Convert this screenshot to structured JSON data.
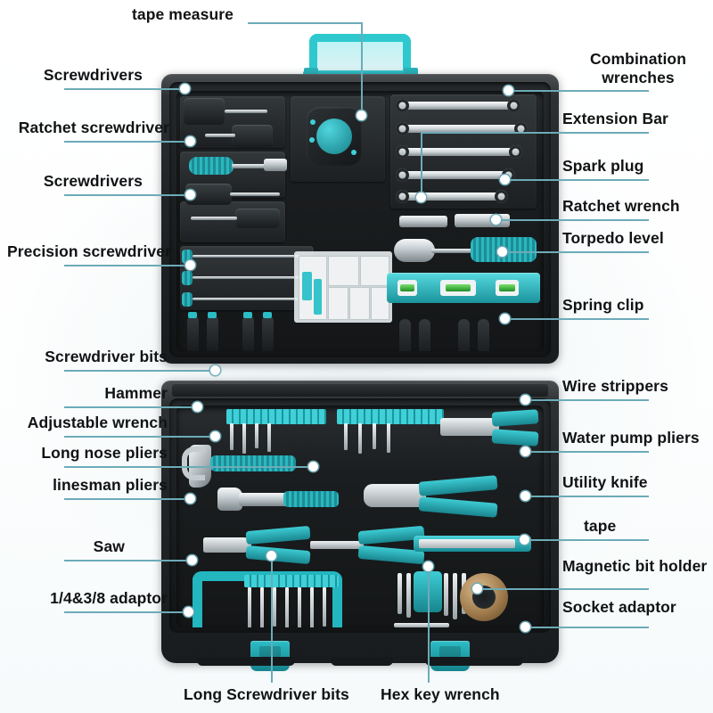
{
  "page": {
    "kind": "annotated-product-photo",
    "subject": "tool-set-case",
    "accent_color": "#2fc8cf",
    "lead_line_color": "#6cabb8",
    "label_color": "#111214",
    "background_color": "#ffffff"
  },
  "labels_left": [
    {
      "id": "tape-measure",
      "text": "tape measure"
    },
    {
      "id": "screwdrivers-1",
      "text": "Screwdrivers"
    },
    {
      "id": "ratchet-screwdriver",
      "text": "Ratchet screwdriver"
    },
    {
      "id": "screwdrivers-2",
      "text": "Screwdrivers"
    },
    {
      "id": "precision-screwdriver",
      "text": "Precision screwdriver"
    },
    {
      "id": "screwdriver-bits",
      "text": "Screwdriver bits"
    },
    {
      "id": "hammer",
      "text": "Hammer"
    },
    {
      "id": "adjustable-wrench",
      "text": "Adjustable wrench"
    },
    {
      "id": "long-nose-pliers",
      "text": "Long nose pliers"
    },
    {
      "id": "linesman-pliers",
      "text": "linesman pliers"
    },
    {
      "id": "saw",
      "text": "Saw"
    },
    {
      "id": "adaptor-14-38",
      "text": "1/4&3/8 adaptor"
    }
  ],
  "labels_right": [
    {
      "id": "combination-wrenches",
      "text": "Combination\nwrenches"
    },
    {
      "id": "extension-bar",
      "text": "Extension Bar"
    },
    {
      "id": "spark-plug",
      "text": "Spark plug"
    },
    {
      "id": "ratchet-wrench",
      "text": "Ratchet wrench"
    },
    {
      "id": "torpedo-level",
      "text": "Torpedo level"
    },
    {
      "id": "spring-clip",
      "text": "Spring clip"
    },
    {
      "id": "wire-strippers",
      "text": "Wire strippers"
    },
    {
      "id": "water-pump-pliers",
      "text": "Water pump pliers"
    },
    {
      "id": "utility-knife",
      "text": "Utility knife"
    },
    {
      "id": "tape",
      "text": "tape"
    },
    {
      "id": "magnetic-bit-holder",
      "text": "Magnetic bit holder"
    },
    {
      "id": "socket-adaptor",
      "text": "Socket adaptor"
    }
  ],
  "labels_bottom": [
    {
      "id": "long-screwdriver-bits",
      "text": "Long Screwdriver bits"
    },
    {
      "id": "hex-key-wrench",
      "text": "Hex key wrench"
    }
  ]
}
